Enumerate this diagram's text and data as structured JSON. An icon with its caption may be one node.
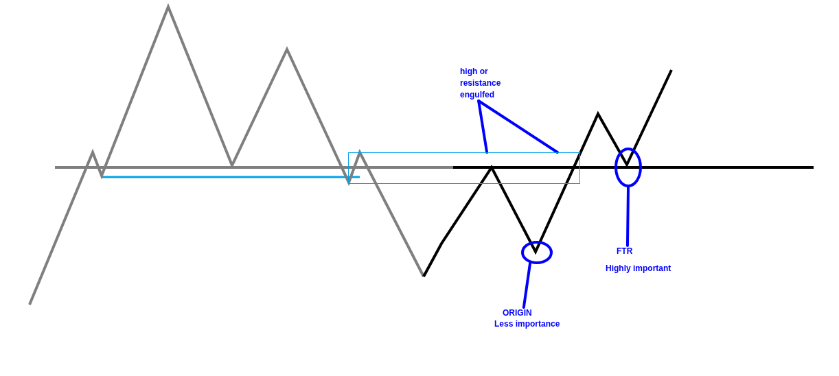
{
  "diagram": {
    "nodes": [
      {
        "text": [
          "high or resistance engulfed"
        ]
      },
      {
        "text": [],
        "shape": "box"
      },
      {
        "text": [],
        "shape": "circle"
      },
      {
        "text": [],
        "shape": "circle"
      },
      {
        "text": [
          "FTR",
          "Highly important"
        ]
      },
      {
        "text": [
          "ORIGIN",
          "Less importance"
        ]
      }
    ],
    "edges": [
      {
        "from": 0,
        "to": 1,
        "arrow": "none"
      },
      {
        "from": 0,
        "to": 1,
        "arrow": "none"
      },
      {
        "from": 5,
        "to": 2,
        "arrow": "none"
      },
      {
        "from": 4,
        "to": 3,
        "arrow": "none"
      }
    ]
  }
}
